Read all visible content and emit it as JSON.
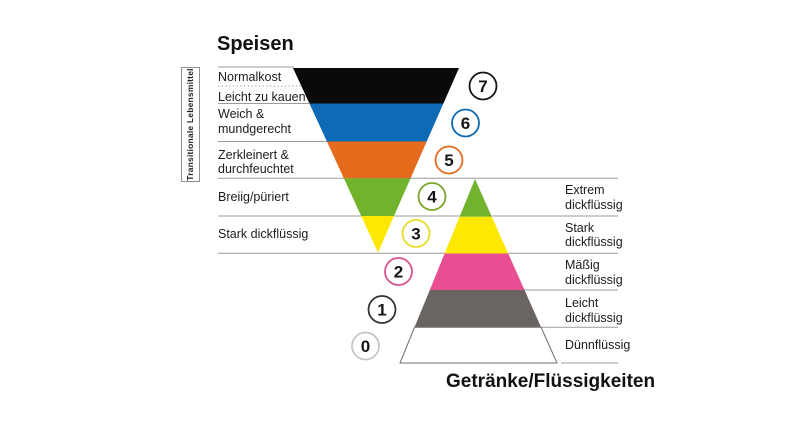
{
  "food": {
    "title": "Speisen",
    "side_label": "Transitionale Lebensmittel",
    "labels": [
      "Normalkost",
      "Leicht zu kauen",
      "Weich & mundgerecht",
      "Zerkleinert & durchfeuchtet",
      "Breiig/püriert",
      "Stark dickflüssig"
    ],
    "bands": [
      {
        "level": "7",
        "color": "#0a0a0a"
      },
      {
        "level": "6",
        "color": "#0e6ab4"
      },
      {
        "level": "5",
        "color": "#e56b1d"
      },
      {
        "level": "4",
        "color": "#72b32d"
      },
      {
        "level": "3",
        "color": "#ffe800"
      }
    ]
  },
  "drinks": {
    "title": "Getränke/Flüssigkeiten",
    "labels": [
      "Extrem dickflüssig",
      "Stark dickflüssig",
      "Mäßig dickflüssig",
      "Leicht dickflüssig",
      "Dünnflüssig"
    ],
    "bands": [
      {
        "level": "4",
        "color": "#72b32d"
      },
      {
        "level": "3",
        "color": "#ffe800"
      },
      {
        "level": "2",
        "color": "#e84f92"
      },
      {
        "level": "1",
        "color": "#6a6462"
      },
      {
        "level": "0",
        "color": "#ffffff",
        "outline": "#6f6f6f"
      }
    ]
  },
  "badges": [
    {
      "value": "7",
      "ring": "#141414"
    },
    {
      "value": "6",
      "ring": "#0e6ab4"
    },
    {
      "value": "5",
      "ring": "#e56b1d"
    },
    {
      "value": "4",
      "ring": "#7aa62c"
    },
    {
      "value": "3",
      "ring": "#e3dd2a"
    },
    {
      "value": "2",
      "ring": "#d9538f"
    },
    {
      "value": "1",
      "ring": "#333333"
    },
    {
      "value": "0",
      "ring": "#c6c6c6"
    }
  ]
}
